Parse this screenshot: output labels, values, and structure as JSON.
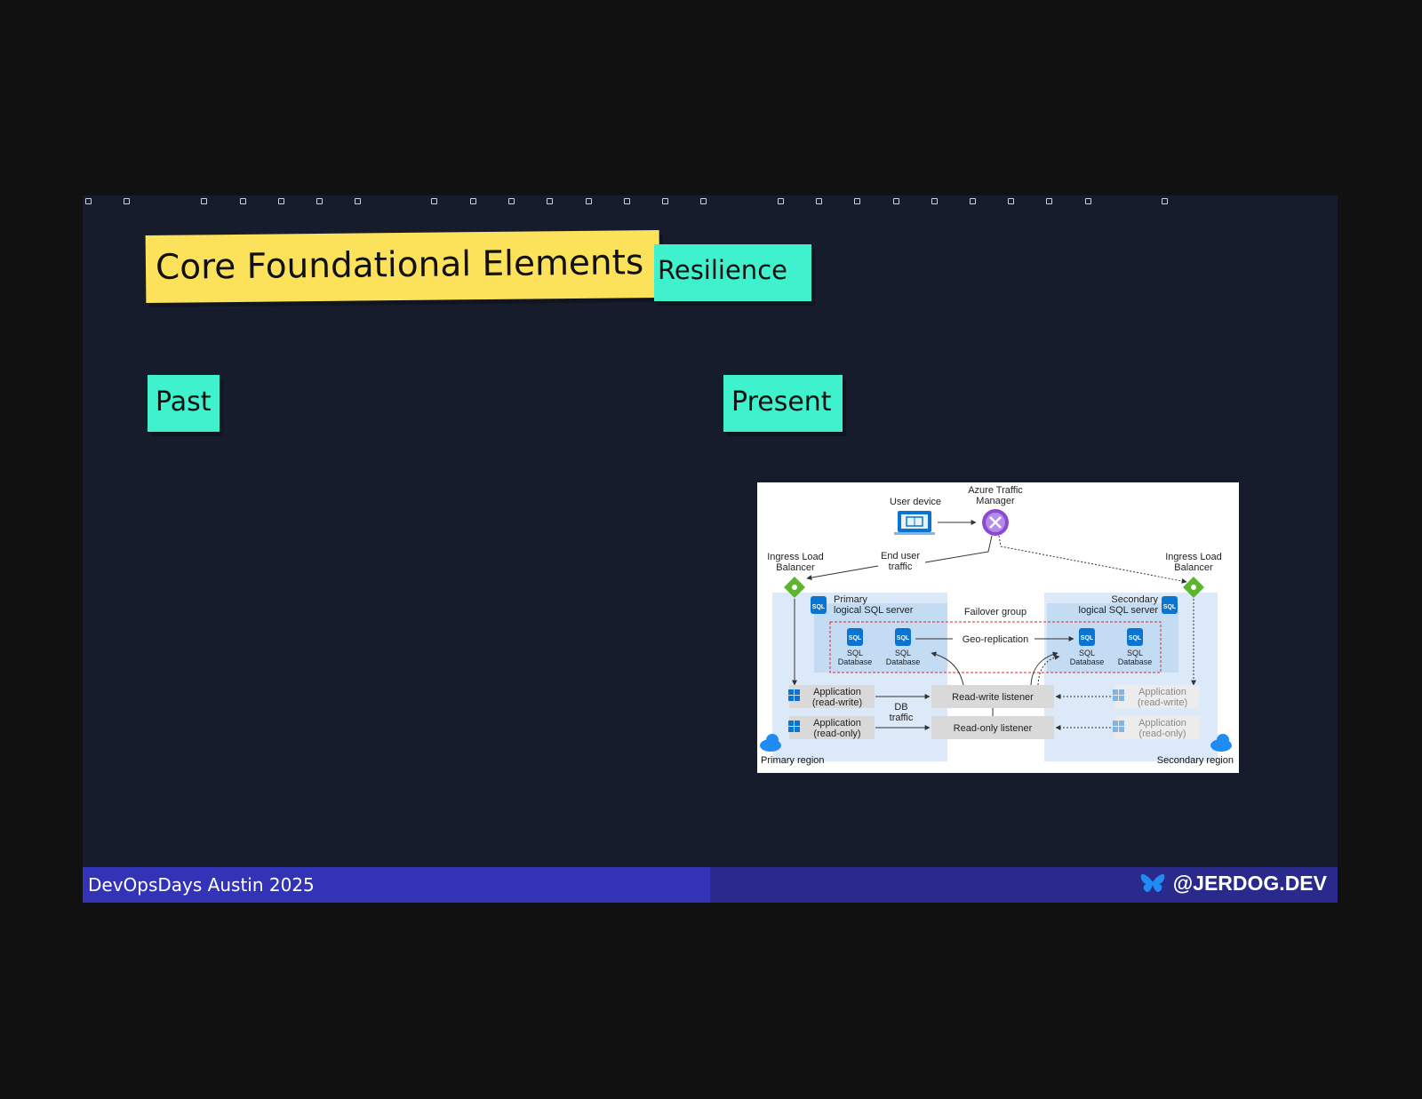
{
  "slide": {
    "title": "Core Foundational Elements",
    "topic": "Resilience",
    "past_label": "Past",
    "present_label": "Present"
  },
  "footer": {
    "event": "DevOpsDays Austin 2025",
    "handle": "@JERDOG.DEV",
    "handle_icon": "butterfly-icon"
  },
  "diagram": {
    "user_device": "User device",
    "traffic_manager_1": "Azure Traffic",
    "traffic_manager_2": "Manager",
    "end_user_1": "End user",
    "end_user_2": "traffic",
    "ingress_1": "Ingress Load",
    "ingress_2": "Balancer",
    "primary_server_1": "Primary",
    "primary_server_2": "logical SQL server",
    "secondary_server_1": "Secondary",
    "secondary_server_2": "logical SQL server",
    "failover_group": "Failover group",
    "geo_replication": "Geo-replication",
    "sql_1": "SQL",
    "sql_2": "Database",
    "app_rw_1": "Application",
    "app_rw_2": "(read-write)",
    "app_ro_1": "Application",
    "app_ro_2": "(read-only)",
    "db_traffic_1": "DB",
    "db_traffic_2": "traffic",
    "rw_listener": "Read-write listener",
    "ro_listener": "Read-only listener",
    "primary_region": "Primary region",
    "secondary_region": "Secondary region",
    "sql_badge": "SQL"
  }
}
